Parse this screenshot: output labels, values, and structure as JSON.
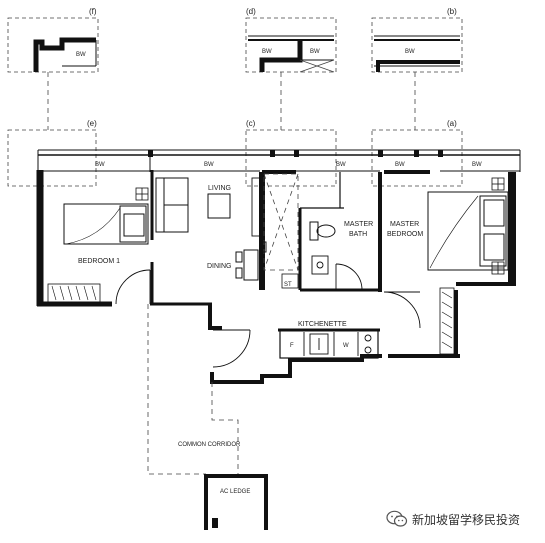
{
  "callouts": {
    "a": "(a)",
    "b": "(b)",
    "c": "(c)",
    "d": "(d)",
    "e": "(e)",
    "f": "(f)"
  },
  "bay_window_label": "BW",
  "rooms": {
    "bedroom1": "BEDROOM 1",
    "living": "LIVING",
    "dining": "DINING",
    "master_bath_line1": "MASTER",
    "master_bath_line2": "BATH",
    "master_bedroom_line1": "MASTER",
    "master_bedroom_line2": "BEDROOM",
    "kitchenette": "KITCHENETTE",
    "common_corridor": "COMMON CORRIDOR",
    "ac_ledge": "AC LEDGE",
    "store": "ST"
  },
  "fixtures": {
    "fridge": "F",
    "washer": "W"
  },
  "watermark": {
    "text": "新加坡留学移民投资"
  }
}
